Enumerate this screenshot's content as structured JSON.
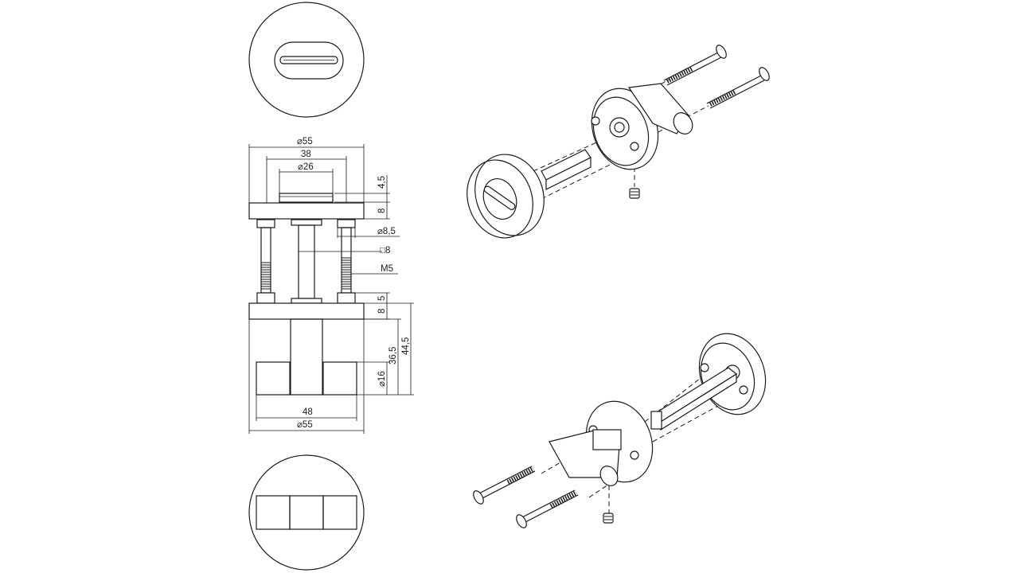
{
  "title": "",
  "dimensions": {
    "overall_diameter": "⌀55",
    "rosette_inner_width": "38",
    "knob_diameter": "⌀26",
    "knob_height": "4,5",
    "rosette_thickness_top": "8",
    "screw_head_diameter": "⌀8,5",
    "square_spindle": "□8",
    "screw_thread": "M5",
    "rosette_rim": "5",
    "rosette_thickness_bottom": "8",
    "turn_height": "36,5",
    "total_height": "44,5",
    "turn_diameter": "⌀16",
    "turn_width": "48",
    "overall_diameter_bottom": "⌀55"
  },
  "views": [
    "top-view-slot",
    "side-view-section",
    "bottom-view-turn",
    "exploded-iso-outside",
    "exploded-iso-inside"
  ],
  "colors": {
    "line": "#1a1a1a",
    "background": "#ffffff"
  }
}
